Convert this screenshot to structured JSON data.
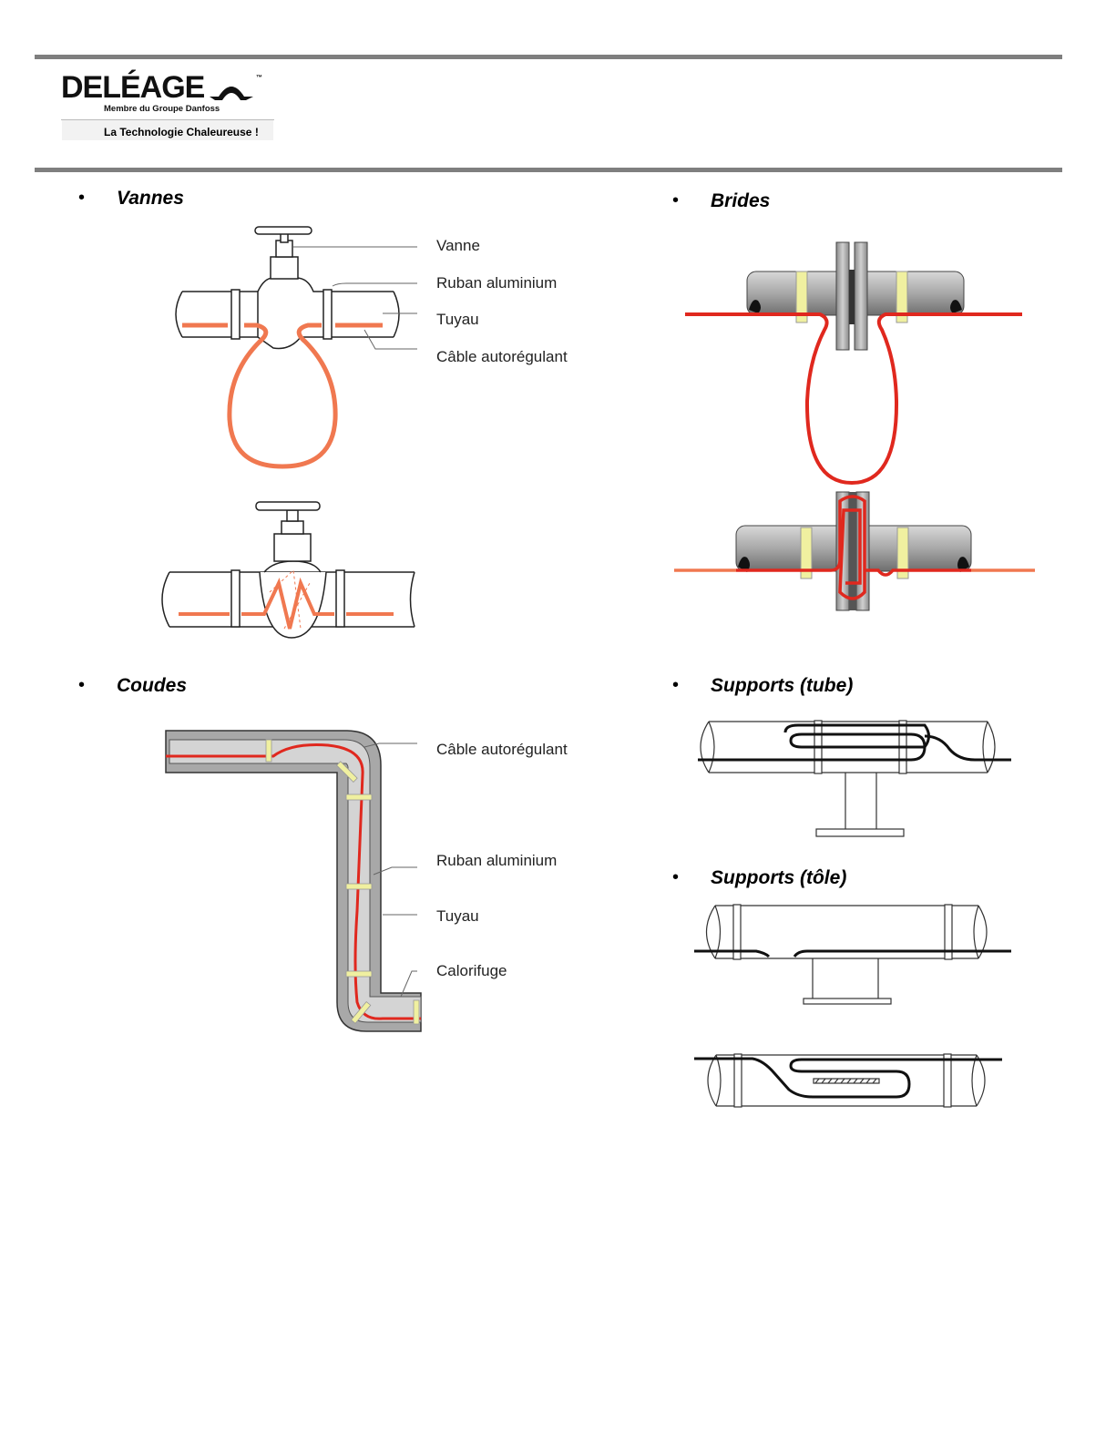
{
  "header": {
    "brand": "DELÉAGE",
    "tm": "™",
    "member": "Membre du Groupe Danfoss",
    "tagline": "La Technologie Chaleureuse !"
  },
  "sections": {
    "bullet": "•",
    "vannes": "Vannes",
    "brides": "Brides",
    "coudes": "Coudes",
    "supports_tube": "Supports (tube)",
    "supports_tole": "Supports (tôle)"
  },
  "labels": {
    "vanne": "Vanne",
    "ruban": "Ruban aluminium",
    "tuyau": "Tuyau",
    "cable": "Câble autorégulant",
    "calorifuge": "Calorifuge"
  },
  "colors": {
    "rule": "#7f7f7f",
    "cable_orange": "#f07850",
    "cable_red": "#e0281e",
    "strap_yellow": "#f0f0a0",
    "insulation": "#a8a8a8"
  }
}
